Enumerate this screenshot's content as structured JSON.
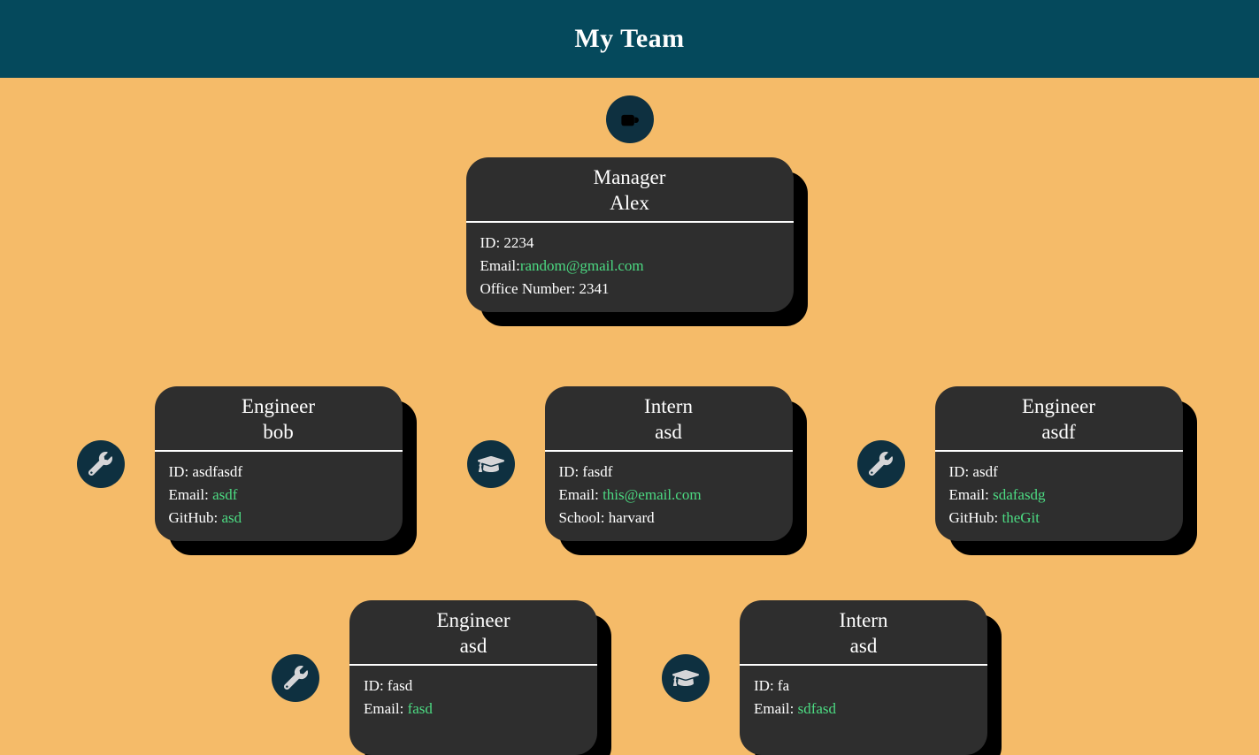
{
  "header": {
    "title": "My Team"
  },
  "palette": {
    "header_bg": "#05495C",
    "page_bg": "#F5BB69",
    "card_bg": "#2E2E2E",
    "icon_circle_bg": "#0E3040",
    "icon_glyph": "#D5D5D7",
    "link_green": "#4CDA82",
    "shadow": "#000000",
    "text_white": "#FFFFFF"
  },
  "icons": {
    "manager": "coffee-mug-icon",
    "engineer": "wrench-icon",
    "intern": "graduation-cap-icon"
  },
  "nodes": [
    {
      "role": "Manager",
      "name": "Alex",
      "details": [
        {
          "label": "ID: ",
          "value": "2234",
          "link": false
        },
        {
          "label": "Email:",
          "value": "random@gmail.com",
          "link": true
        },
        {
          "label": "Office Number: ",
          "value": "2341",
          "link": false
        }
      ]
    },
    {
      "role": "Engineer",
      "name": "bob",
      "details": [
        {
          "label": "ID: ",
          "value": "asdfasdf",
          "link": false
        },
        {
          "label": "Email: ",
          "value": "asdf",
          "link": true
        },
        {
          "label": "GitHub: ",
          "value": "asd",
          "link": true
        }
      ]
    },
    {
      "role": "Intern",
      "name": "asd",
      "details": [
        {
          "label": "ID: ",
          "value": "fasdf",
          "link": false
        },
        {
          "label": "Email: ",
          "value": "this@email.com",
          "link": true
        },
        {
          "label": "School: ",
          "value": "harvard",
          "link": false
        }
      ]
    },
    {
      "role": "Engineer",
      "name": "asdf",
      "details": [
        {
          "label": "ID: ",
          "value": "asdf",
          "link": false
        },
        {
          "label": "Email: ",
          "value": "sdafasdg",
          "link": true
        },
        {
          "label": "GitHub: ",
          "value": "theGit",
          "link": true
        }
      ]
    },
    {
      "role": "Engineer",
      "name": "asd",
      "details": [
        {
          "label": "ID: ",
          "value": "fasd",
          "link": false
        },
        {
          "label": "Email: ",
          "value": "fasd",
          "link": true
        }
      ]
    },
    {
      "role": "Intern",
      "name": "asd",
      "details": [
        {
          "label": "ID: ",
          "value": "fa",
          "link": false
        },
        {
          "label": "Email: ",
          "value": "sdfasd",
          "link": true
        }
      ]
    }
  ]
}
